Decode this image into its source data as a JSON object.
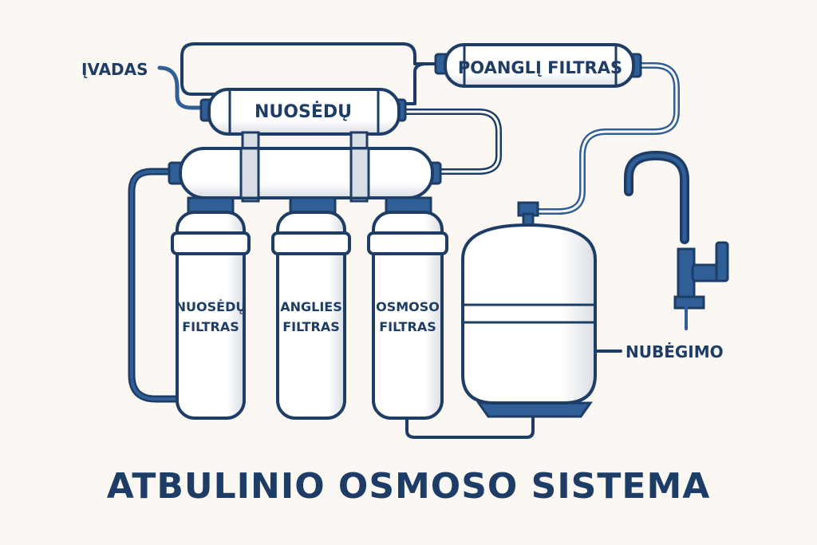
{
  "title": "ATBULINIO OSMOSO SISTEMA",
  "labels": {
    "inlet": "ĮVADAS",
    "post_carbon": "POANGLĮ FILTRAS",
    "sediment_housing": "NUOSĖDŲ",
    "sediment_filter_line1": "NUOSĖDŲ",
    "sediment_filter_line2": "FILTRAS",
    "carbon_filter_line1": "ANGLIES",
    "carbon_filter_line2": "FILTRAS",
    "membrane_filter_line1": "OSMOSO",
    "membrane_filter_line2": "FILTRAS",
    "drain": "NUBĖGIMO"
  },
  "colors": {
    "outline": "#1e3d66",
    "accent": "#2f5f96",
    "body": "#ffffff",
    "shade": "#d9dde4",
    "background": "#fbf8f3"
  }
}
